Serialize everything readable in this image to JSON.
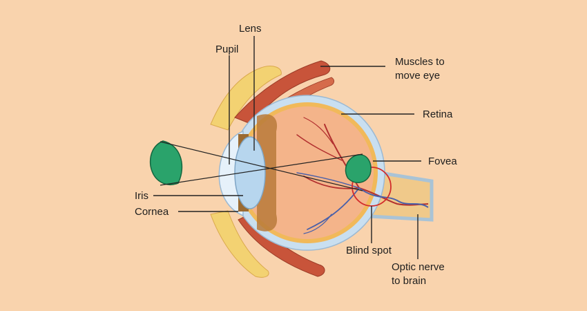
{
  "colors": {
    "background": "#f9d3ad",
    "sclera": "#c9dff0",
    "retina_outer": "#f1b95a",
    "eye_interior": "#f4b48a",
    "iris": "#9b6a31",
    "lens": "#b7d6ee",
    "vessel": "#b2302f",
    "vessel_blue": "#4a60a9",
    "leaf": "#2aa36b",
    "muscle": "#c8543a",
    "fat": "#f3d272",
    "blind_spot_ring": "#d22b2b",
    "leader_line": "#222222"
  },
  "icons": {
    "object_leaf": "leaf-icon",
    "image_leaf": "leaf-icon"
  },
  "labels": {
    "lens": "Lens",
    "pupil": "Pupil",
    "muscles_line1": "Muscles to",
    "muscles_line2": "move eye",
    "retina": "Retina",
    "fovea": "Fovea",
    "iris": "Iris",
    "cornea": "Cornea",
    "blind_spot": "Blind spot",
    "optic_line1": "Optic nerve",
    "optic_line2": "to brain"
  }
}
